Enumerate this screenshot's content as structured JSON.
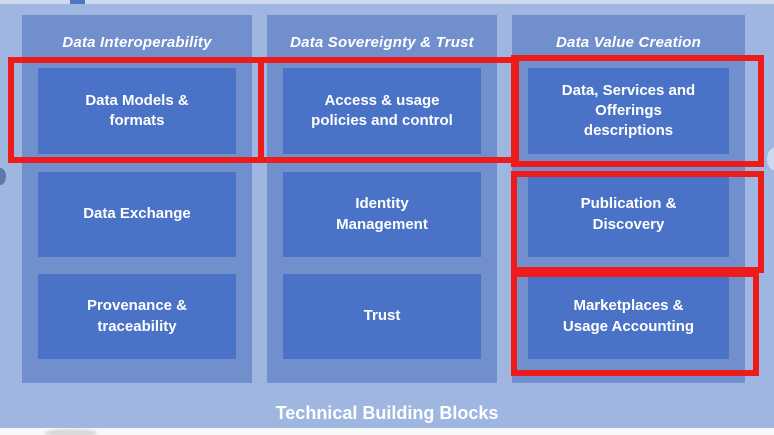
{
  "diagram": {
    "footer_title": "Technical Building Blocks",
    "columns": [
      {
        "header": "Data Interoperability",
        "boxes": [
          {
            "label": "Data Models &\nformats",
            "highlighted": true
          },
          {
            "label": "Data Exchange",
            "highlighted": false
          },
          {
            "label": "Provenance &\ntraceability",
            "highlighted": false
          }
        ]
      },
      {
        "header": "Data Sovereignty & Trust",
        "boxes": [
          {
            "label": "Access & usage\npolicies and control",
            "highlighted": true
          },
          {
            "label": "Identity\nManagement",
            "highlighted": false
          },
          {
            "label": "Trust",
            "highlighted": false
          }
        ]
      },
      {
        "header": "Data Value Creation",
        "boxes": [
          {
            "label": "Data, Services and\nOfferings\ndescriptions",
            "highlighted": true
          },
          {
            "label": "Publication &\nDiscovery",
            "highlighted": true
          },
          {
            "label": "Marketplaces &\nUsage Accounting",
            "highlighted": true
          }
        ]
      }
    ],
    "colors": {
      "background": "#9fb6e0",
      "column_background": "#718ecd",
      "block_background": "#4a73c8",
      "highlight_border": "#ed1c1a",
      "text": "#ffffff"
    }
  }
}
